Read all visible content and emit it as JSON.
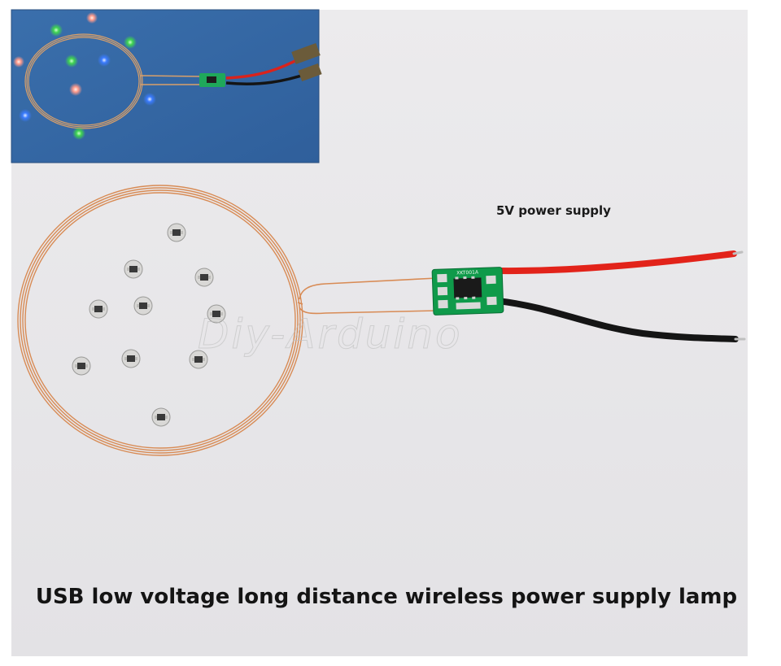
{
  "image": {
    "caption": "USB low voltage long distance wireless power supply lamp",
    "supply_label": "5V power supply",
    "watermark": "Diy-Arduino",
    "module_marking": "XKT001A"
  },
  "colors": {
    "background": "#e9e8ea",
    "inset_background": "#3f78b4",
    "copper": "#d88b55",
    "red_wire": "#e2231a",
    "black_wire": "#151515",
    "pcb_green": "#0f9a4a"
  },
  "led_colors_lit": [
    "#3fd44f",
    "#3a7bff",
    "#ff9a8a",
    "#3fd44f",
    "#3a7bff",
    "#ff9a8a",
    "#3fd44f",
    "#3a7bff",
    "#ffb199",
    "#3a7bff"
  ]
}
